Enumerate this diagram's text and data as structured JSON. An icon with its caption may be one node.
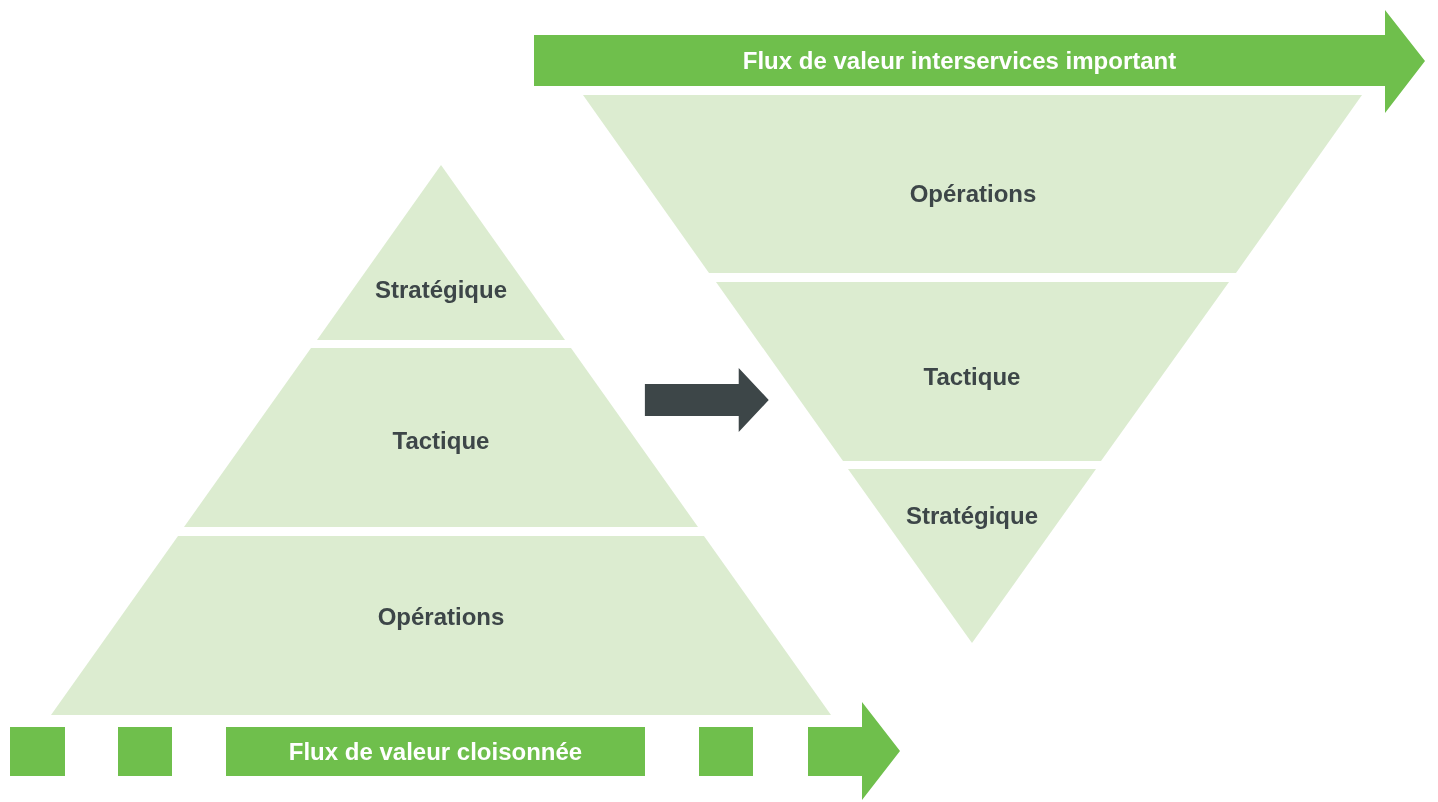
{
  "diagram": {
    "nodes": [
      {
        "text": [
          "Stratégique"
        ]
      },
      {
        "text": [
          "Tactique"
        ]
      },
      {
        "text": [
          "Opérations"
        ]
      },
      {
        "text": [
          "Opérations"
        ]
      },
      {
        "text": [
          "Tactique"
        ]
      },
      {
        "text": [
          "Stratégique"
        ]
      },
      {
        "text": [
          "Flux de valeur interservices important"
        ]
      },
      {
        "text": [
          "Flux de valeur cloisonnée"
        ]
      }
    ],
    "edges": [
      {
        "from": 1,
        "to": 4,
        "arrow": "to",
        "style": "thick",
        "color": "#3d4648"
      }
    ]
  }
}
